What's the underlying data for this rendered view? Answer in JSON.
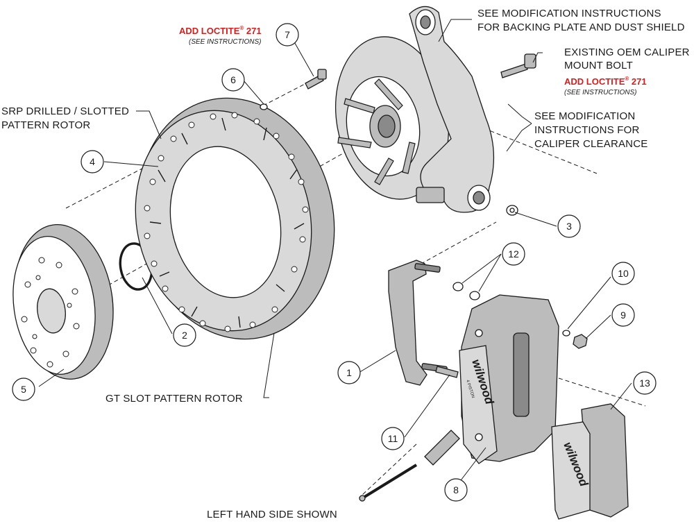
{
  "labels": {
    "backing_plate_1": "SEE MODIFICATION INSTRUCTIONS",
    "backing_plate_2": "FOR BACKING PLATE AND DUST SHIELD",
    "oem_bolt_1": "EXISTING OEM CALIPER",
    "oem_bolt_2": "MOUNT BOLT",
    "caliper_clear_1": "SEE MODIFICATION",
    "caliper_clear_2": "INSTRUCTIONS FOR",
    "caliper_clear_3": "CALIPER CLEARANCE",
    "srp_rotor_1": "SRP DRILLED / SLOTTED",
    "srp_rotor_2": "PATTERN ROTOR",
    "gt_rotor": "GT SLOT PATTERN ROTOR",
    "footer": "LEFT HAND SIDE SHOWN"
  },
  "loctite": {
    "text": "ADD LOCTITE",
    "reg": "®",
    "number": " 271",
    "note": "(SEE INSTRUCTIONS)"
  },
  "branding": {
    "caliper_logo": "wilwood",
    "caliper_sub": "4 PISTON",
    "pad_logo": "wilwood"
  },
  "callouts": [
    "1",
    "2",
    "3",
    "4",
    "5",
    "6",
    "7",
    "8",
    "9",
    "10",
    "11",
    "12",
    "13"
  ],
  "colors": {
    "line": "#1a1a1a",
    "part_fill": "#bcbcbc",
    "accent_red": "#d0201f"
  }
}
